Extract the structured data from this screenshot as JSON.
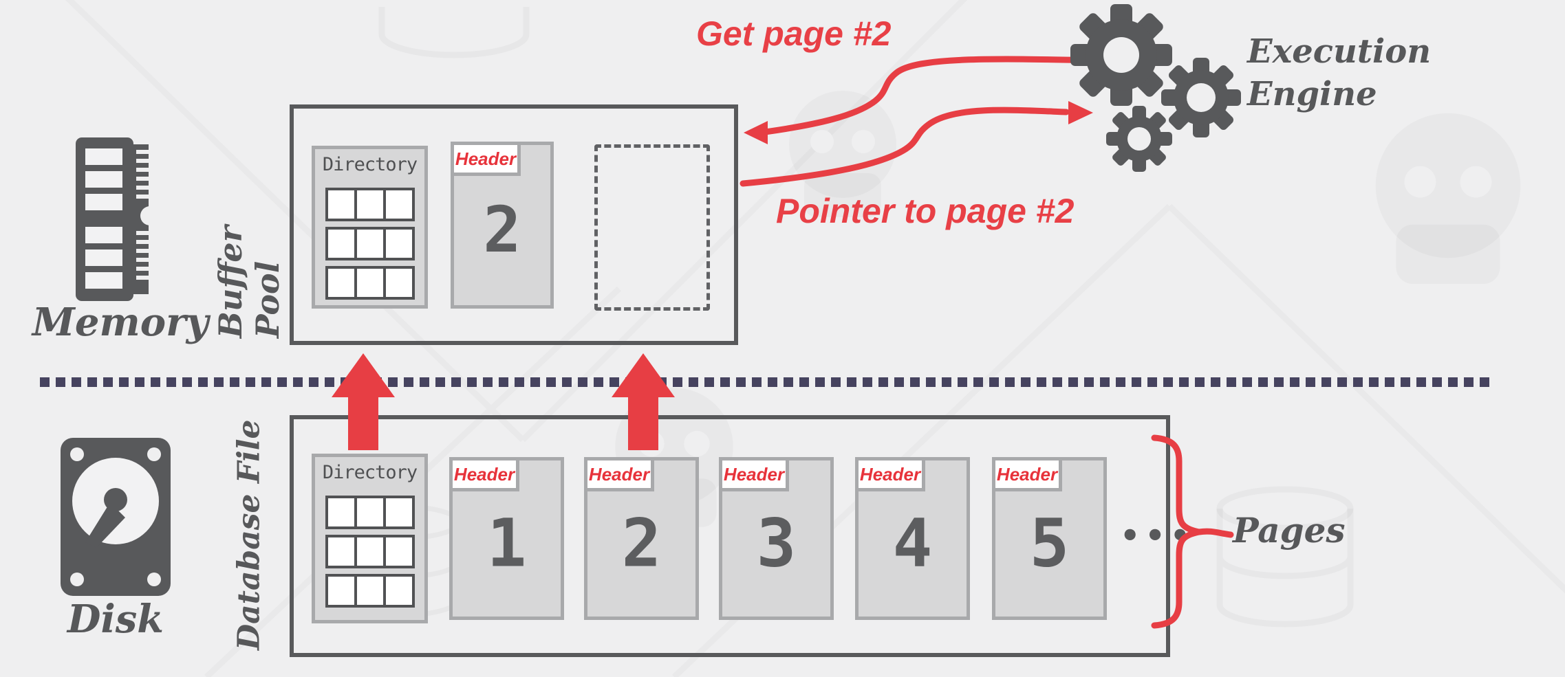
{
  "colors": {
    "background": "#efeff0",
    "accent_red": "#e73e44",
    "dark_gray": "#58595b",
    "card_bg": "#d7d7d8",
    "card_border": "#a8a9ab",
    "divider_navy": "#46435f"
  },
  "memory": {
    "label": "Memory",
    "icon": "ram-icon"
  },
  "disk": {
    "label": "Disk",
    "icon": "hard-disk-icon"
  },
  "buffer_pool": {
    "label": "Buffer Pool",
    "directory_title": "Directory",
    "directory_grid": {
      "rows": 3,
      "cols": 3
    },
    "page": {
      "header_label": "Header",
      "number": "2"
    },
    "empty_slot": "dotted-placeholder"
  },
  "database_file": {
    "label": "Database File",
    "directory_title": "Directory",
    "directory_grid": {
      "rows": 3,
      "cols": 3
    },
    "pages": [
      {
        "header_label": "Header",
        "number": "1"
      },
      {
        "header_label": "Header",
        "number": "2"
      },
      {
        "header_label": "Header",
        "number": "3"
      },
      {
        "header_label": "Header",
        "number": "4"
      },
      {
        "header_label": "Header",
        "number": "5"
      }
    ],
    "ellipsis": "•••",
    "brace_label": "Pages"
  },
  "execution_engine": {
    "line1": "Execution",
    "line2": "Engine",
    "icon": "gears-icon"
  },
  "annotations": {
    "request_label": "Get page #2",
    "response_label": "Pointer to page #2"
  }
}
